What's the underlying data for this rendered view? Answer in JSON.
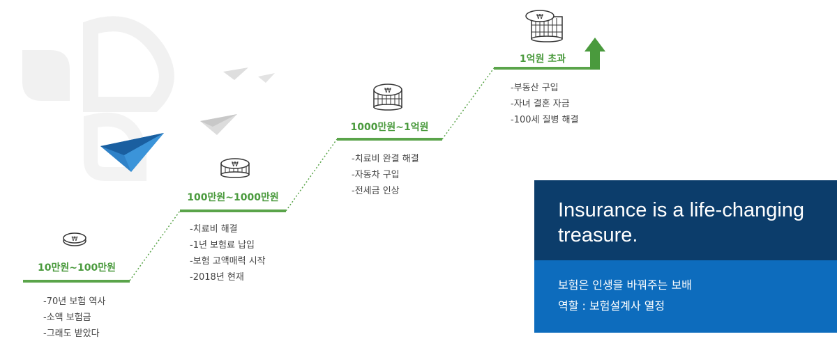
{
  "steps": [
    {
      "label": "10만원~100만원",
      "items": [
        "-70년 보험 역사",
        "-소액 보험금",
        "-그래도 받았다"
      ]
    },
    {
      "label": "100만원~1000만원",
      "items": [
        "-치료비 해결",
        "-1년 보험료 납입",
        "-보험 고액매력 시작",
        "-2018년 현재"
      ]
    },
    {
      "label": "1000만원~1억원",
      "items": [
        "-치료비 완결 해결",
        "-자동차 구입",
        "-전세금 인상"
      ]
    },
    {
      "label": "1억원 초과",
      "items": [
        "-부동산 구입",
        "-자녀 결혼 자금",
        "-100세 질병 해결"
      ]
    }
  ],
  "banner": {
    "title": "Insurance is a life-changing treasure.",
    "line1": "보험은 인생을 바꿔주는 보배",
    "line2": "역할 : 보험설계사 열정"
  },
  "colors": {
    "green": "#5aa44a",
    "navy": "#0c3d6b",
    "blue": "#0d6cbd"
  },
  "icons": [
    "coin-stack-icon",
    "paper-plane-icon",
    "up-arrow-icon"
  ]
}
